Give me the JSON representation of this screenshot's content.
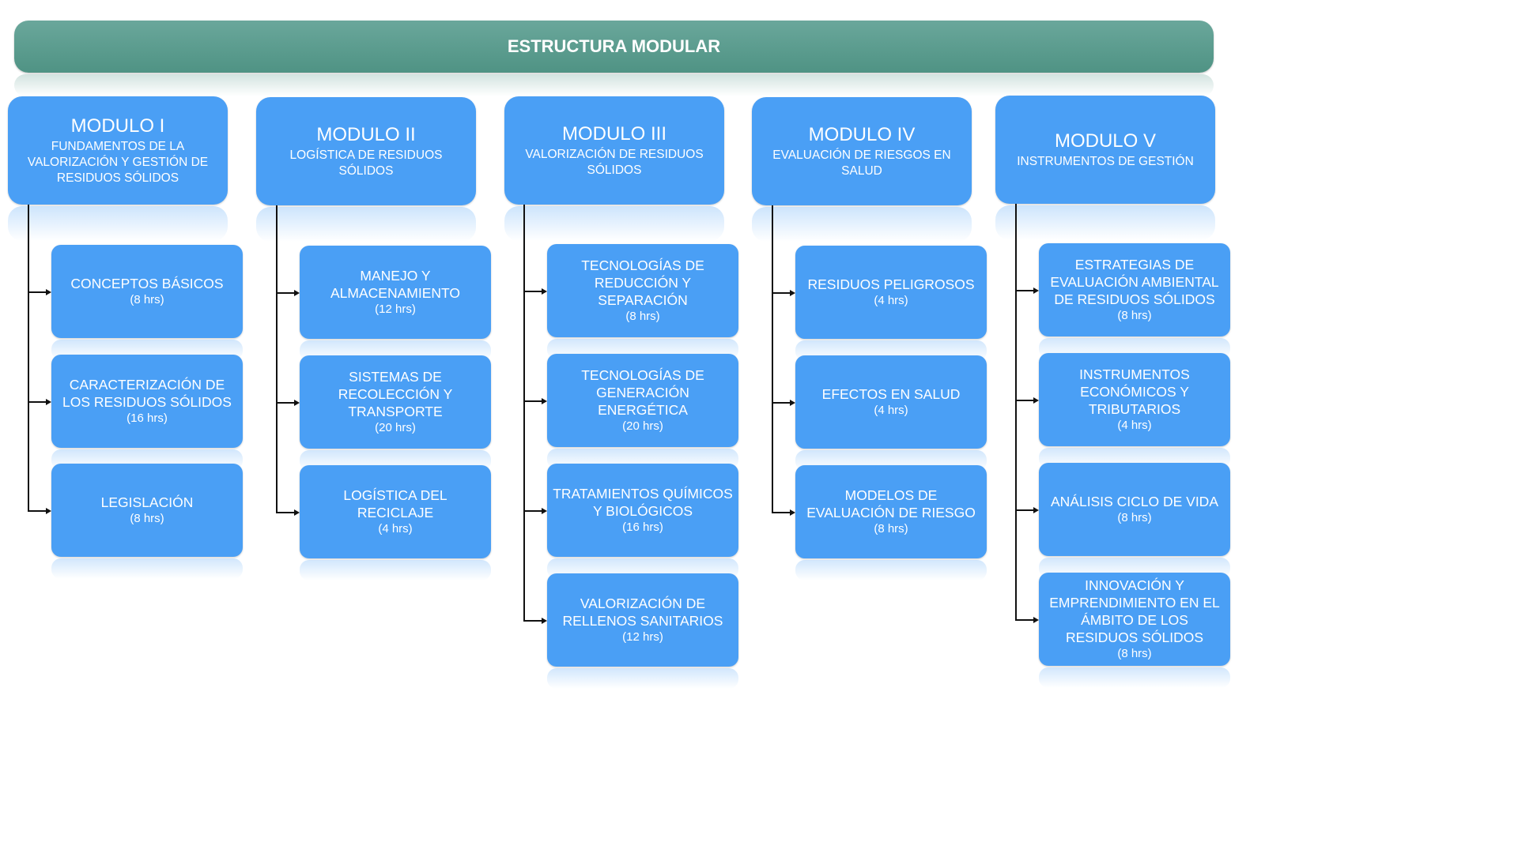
{
  "banner": {
    "title": "ESTRUCTURA MODULAR"
  },
  "modules": [
    {
      "title": "MODULO I",
      "subtitle": "FUNDAMENTOS DE LA VALORIZACIÓN Y GESTIÓN DE RESIDUOS SÓLIDOS",
      "topics": [
        {
          "name": "CONCEPTOS BÁSICOS",
          "hours": "(8 hrs)"
        },
        {
          "name": "CARACTERIZACIÓN DE LOS RESIDUOS SÓLIDOS",
          "hours": "(16 hrs)"
        },
        {
          "name": "LEGISLACIÓN",
          "hours": "(8 hrs)"
        }
      ]
    },
    {
      "title": "MODULO II",
      "subtitle": "LOGÍSTICA DE RESIDUOS SÓLIDOS",
      "topics": [
        {
          "name": "MANEJO Y ALMACENAMIENTO",
          "hours": "(12 hrs)"
        },
        {
          "name": "SISTEMAS DE RECOLECCIÓN Y TRANSPORTE",
          "hours": "(20 hrs)"
        },
        {
          "name": "LOGÍSTICA DEL RECICLAJE",
          "hours": "(4 hrs)"
        }
      ]
    },
    {
      "title": "MODULO III",
      "subtitle": "VALORIZACIÓN DE RESIDUOS SÓLIDOS",
      "topics": [
        {
          "name": "TECNOLOGÍAS DE REDUCCIÓN Y SEPARACIÓN",
          "hours": "(8 hrs)"
        },
        {
          "name": "TECNOLOGÍAS DE GENERACIÓN ENERGÉTICA",
          "hours": "(20 hrs)"
        },
        {
          "name": "TRATAMIENTOS QUÍMICOS Y BIOLÓGICOS",
          "hours": "(16 hrs)"
        },
        {
          "name": "VALORIZACIÓN DE RELLENOS SANITARIOS",
          "hours": "(12 hrs)"
        }
      ]
    },
    {
      "title": "MODULO IV",
      "subtitle": "EVALUACIÓN DE RIESGOS EN SALUD",
      "topics": [
        {
          "name": "RESIDUOS PELIGROSOS",
          "hours": "(4 hrs)"
        },
        {
          "name": "EFECTOS EN SALUD",
          "hours": "(4 hrs)"
        },
        {
          "name": "MODELOS DE EVALUACIÓN DE RIESGO",
          "hours": "(8 hrs)"
        }
      ]
    },
    {
      "title": "MODULO V",
      "subtitle": "INSTRUMENTOS DE GESTIÓN",
      "topics": [
        {
          "name": "ESTRATEGIAS DE EVALUACIÓN AMBIENTAL DE RESIDUOS SÓLIDOS",
          "hours": "(8 hrs)"
        },
        {
          "name": "INSTRUMENTOS ECONÓMICOS Y TRIBUTARIOS",
          "hours": "(4 hrs)"
        },
        {
          "name": "ANÁLISIS CICLO DE VIDA",
          "hours": "(8 hrs)"
        },
        {
          "name": "INNOVACIÓN Y EMPRENDIMIENTO EN EL ÁMBITO DE LOS RESIDUOS SÓLIDOS",
          "hours": "(8 hrs)"
        }
      ]
    }
  ]
}
